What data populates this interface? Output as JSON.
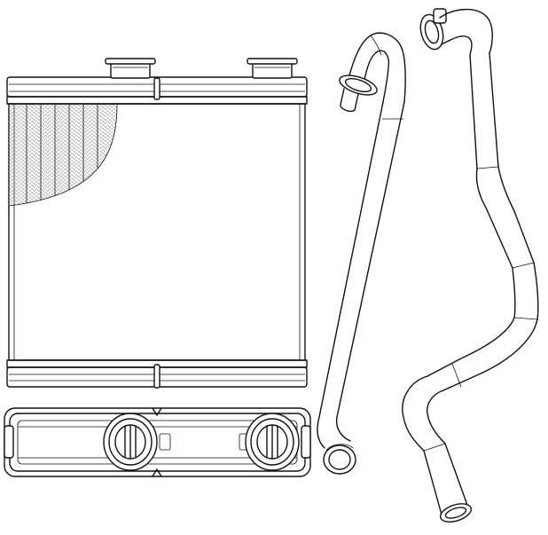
{
  "figure": {
    "parts": [
      {
        "name": "heater-core-front-view"
      },
      {
        "name": "heater-core-bottom-view"
      },
      {
        "name": "inlet-hose"
      },
      {
        "name": "outlet-hose"
      }
    ],
    "colors": {
      "line": "#111111",
      "fin": "#9a9a9a",
      "background": "#ffffff"
    },
    "fin_coverage": 0.35
  }
}
